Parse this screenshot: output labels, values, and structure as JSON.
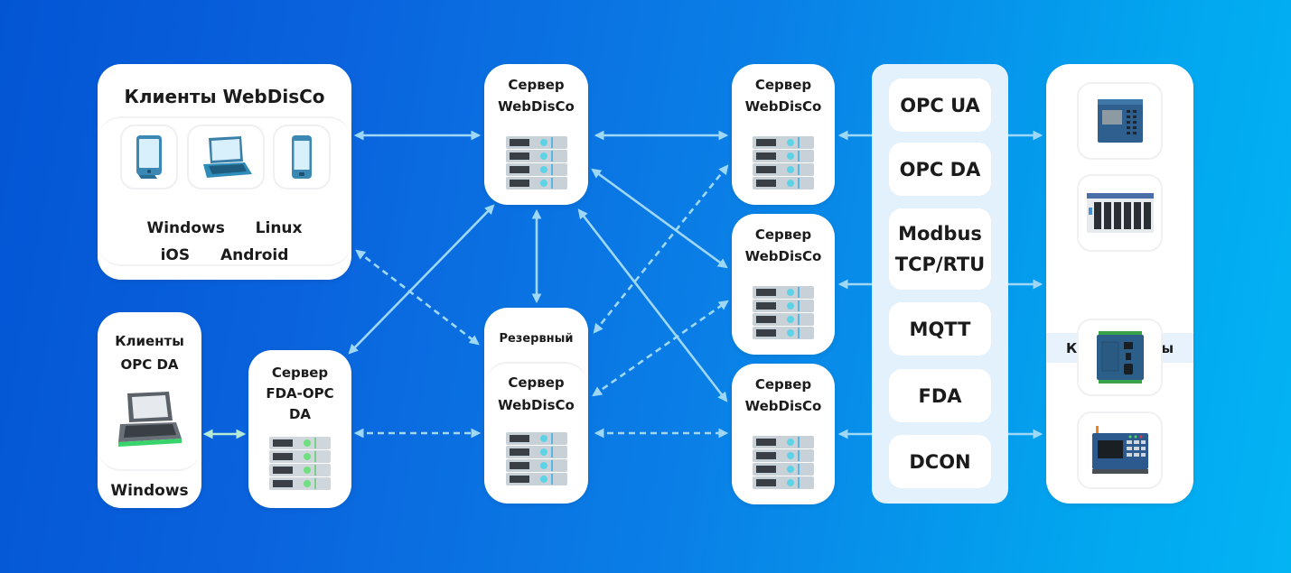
{
  "diagram": {
    "clients_webdisco": {
      "title": "Клиенты WebDisCo",
      "devices": [
        "tablet-icon",
        "laptop-icon",
        "smartphone-icon"
      ],
      "os_row1": [
        "Windows",
        "Linux"
      ],
      "os_row2": [
        "iOS",
        "Android"
      ]
    },
    "clients_opcda": {
      "title_line1": "Клиенты",
      "title_line2": "OPC DA",
      "os": "Windows"
    },
    "server_fda": {
      "line1": "Сервер",
      "line2": "FDA-OPC",
      "line3": "DA"
    },
    "server_main": {
      "line1": "Сервер",
      "line2": "WebDisCo"
    },
    "server_reserve": {
      "badge": "Резервный",
      "line1": "Сервер",
      "line2": "WebDisCo"
    },
    "servers_right": [
      {
        "line1": "Сервер",
        "line2": "WebDisCo"
      },
      {
        "line1": "Сервер",
        "line2": "WebDisCo"
      },
      {
        "line1": "Сервер",
        "line2": "WebDisCo"
      }
    ],
    "protocols": [
      {
        "line1": "OPC UA",
        "line2": ""
      },
      {
        "line1": "OPC DA",
        "line2": ""
      },
      {
        "line1": "Modbus",
        "line2": "TCP/RTU"
      },
      {
        "line1": "MQTT",
        "line2": ""
      },
      {
        "line1": "FDA",
        "line2": ""
      },
      {
        "line1": "DCON",
        "line2": ""
      }
    ],
    "controllers": {
      "label": "Контроллеры",
      "devices": [
        "plc-keypad-icon",
        "io-module-rack-icon",
        "plc-ethernet-icon",
        "hmi-controller-icon"
      ]
    },
    "colors": {
      "bg_start": "#0355d4",
      "bg_end": "#03b4f3",
      "arrow": "#9fd8f7",
      "arrow_green": "#b6ead6",
      "protocol_panel": "#e3f1fc"
    }
  }
}
